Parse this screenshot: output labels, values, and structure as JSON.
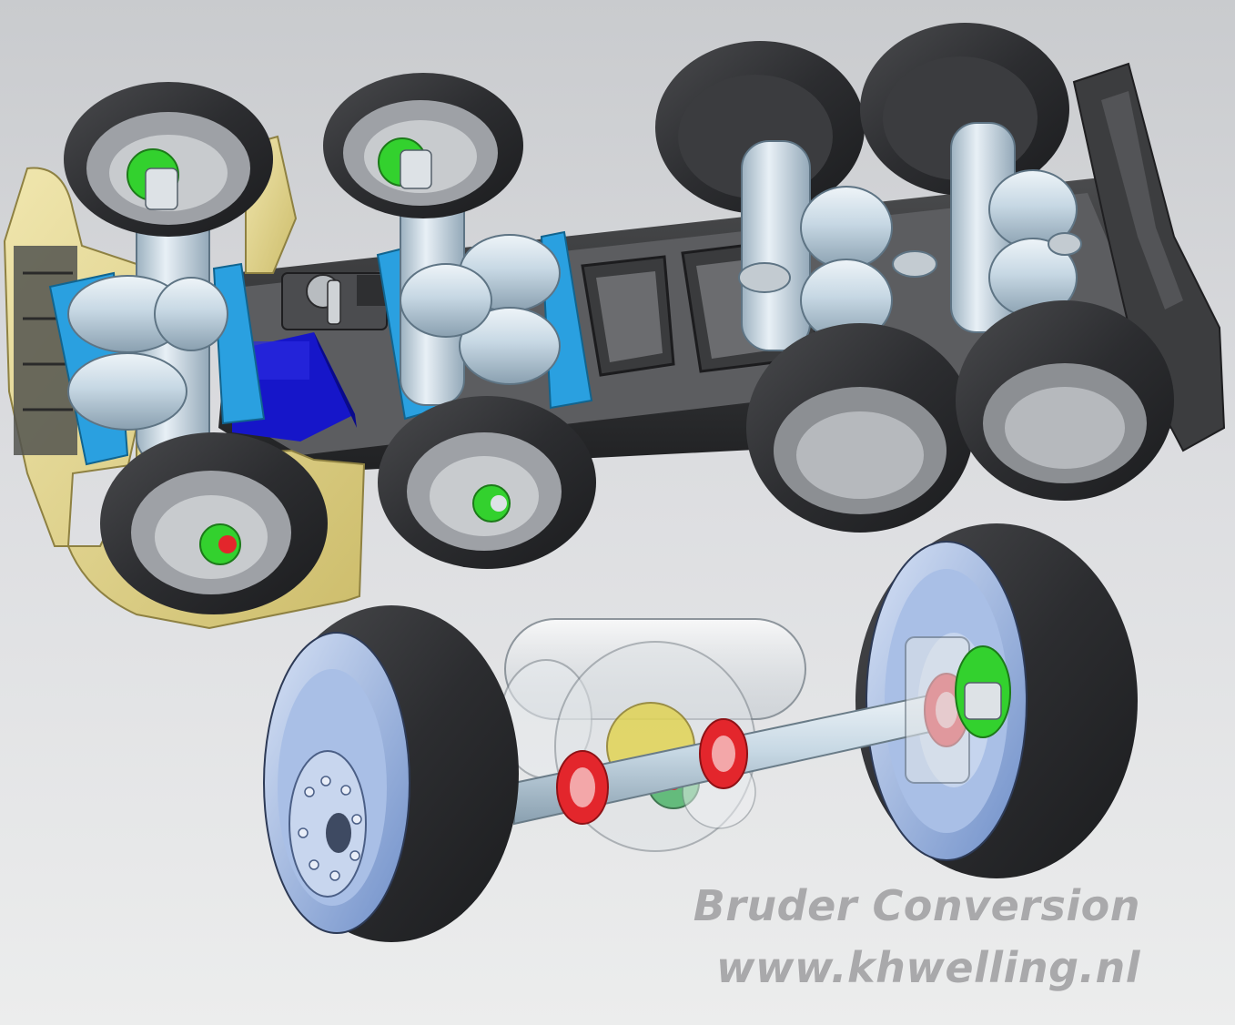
{
  "watermark": {
    "line1": "Bruder Conversion",
    "line2": "www.khwelling.nl"
  },
  "colors": {
    "tire": "#2e2f31",
    "frame": "#2b2c2e",
    "axle_housing": "#c3d6e3",
    "bracket": "#2aa0e0",
    "cab_shell": "#e2d594",
    "hub": "#33d12e",
    "gearbox": "#1515c9",
    "bearing": "#e3262c",
    "wheel_rim": "#8fa9dc",
    "watermark": "#a9a9ab"
  },
  "icons": [
    "tire",
    "chassis-frame",
    "axle-housing",
    "differential",
    "wheel-rim",
    "bearing",
    "servo"
  ]
}
